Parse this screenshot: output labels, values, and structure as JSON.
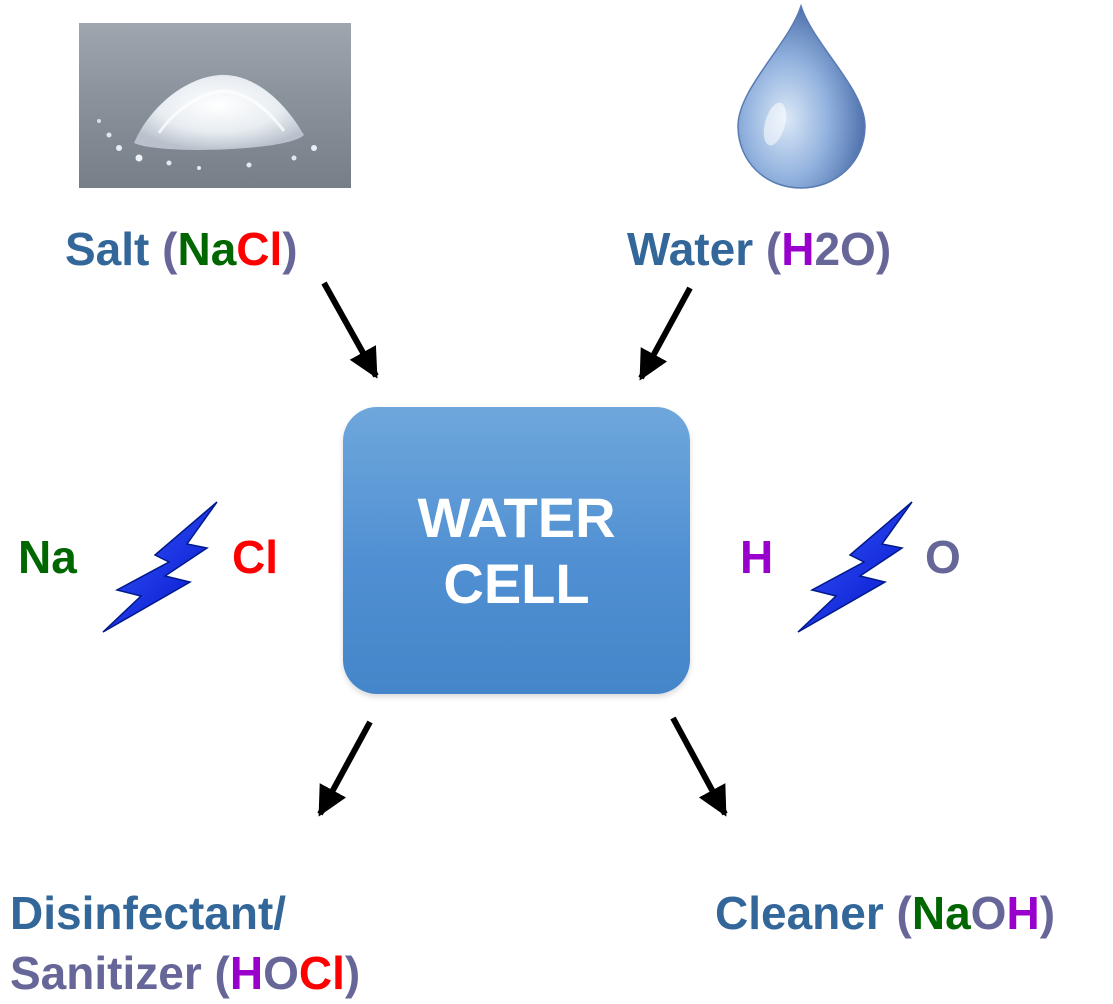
{
  "inputs": {
    "salt": {
      "name": "Salt",
      "open": " (",
      "na": "Na",
      "cl": "Cl",
      "close": ")"
    },
    "water": {
      "name": "Water",
      "open": " (",
      "h": "H",
      "rest": "2O",
      "close": ")"
    }
  },
  "cell": {
    "line1": "WATER",
    "line2": "CELL"
  },
  "reactions": {
    "left": {
      "a": "Na",
      "b": "Cl"
    },
    "right": {
      "a": "H",
      "b": "O"
    }
  },
  "outputs": {
    "disinfectant": {
      "line1": "Disinfectant/",
      "name": "Sanitizer",
      "open": " (",
      "h": "H",
      "o": "O",
      "cl": "Cl",
      "close": ")"
    },
    "cleaner": {
      "name": "Cleaner",
      "open": " (",
      "na": "Na",
      "o": "O",
      "h": "H",
      "close": ")"
    }
  },
  "colors": {
    "label_blue": "#336699",
    "paren_slate": "#666699",
    "sodium_green": "#006600",
    "chlorine_red": "#ff0000",
    "hydrogen_purple": "#9900cc",
    "cell_blue": "#4f8fd2",
    "bolt_blue": "#0a2cf0"
  },
  "icons": {
    "salt": "salt-pile-photo-icon",
    "water": "water-drop-icon",
    "reaction": "lightning-bolt-icon",
    "flow": "arrow-icon"
  }
}
